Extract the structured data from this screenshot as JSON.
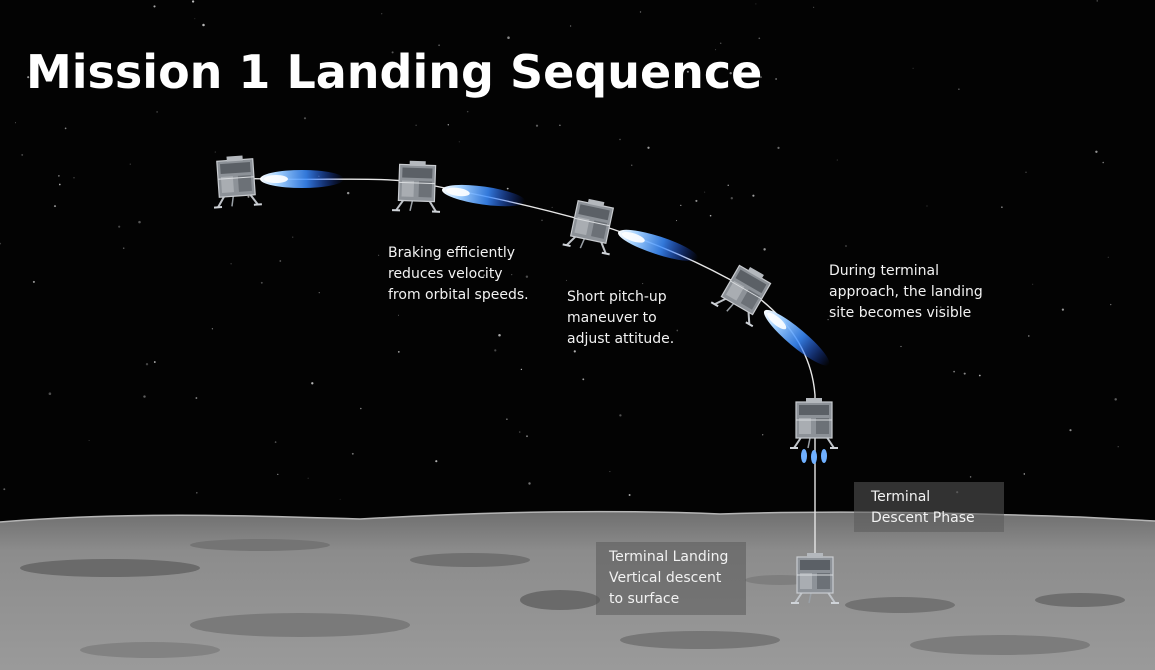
{
  "title": "Mission 1 Landing Sequence",
  "annotations": {
    "braking": [
      "Braking efficiently",
      "reduces velocity",
      "from orbital speeds."
    ],
    "pitch_up": [
      "Short pitch-up",
      "maneuver to",
      "adjust attitude."
    ],
    "terminal_approach": [
      "During terminal",
      "approach, the landing",
      "site becomes visible"
    ],
    "terminal_descent_phase": [
      "Terminal",
      "Descent Phase"
    ],
    "terminal_landing": [
      "Terminal Landing",
      "Vertical descent",
      "to surface"
    ]
  },
  "colors": {
    "space": "#030303",
    "surface": "#8a8a8a",
    "thruster_plume": "#5fa8ff",
    "lander_body": "#9a9ea4",
    "text": "#f2f2f2"
  },
  "icons": {
    "lander": "lunar-lander-icon",
    "plume": "thruster-plume-icon"
  }
}
